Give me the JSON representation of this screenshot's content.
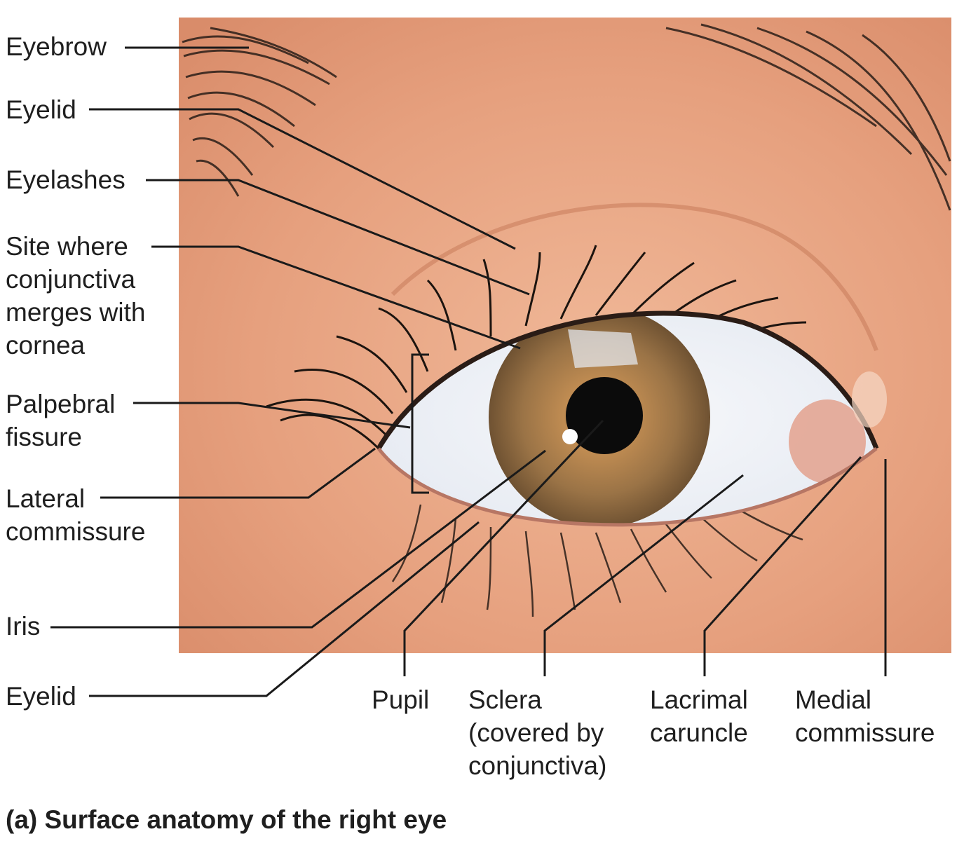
{
  "labels": {
    "eyebrow": "Eyebrow",
    "eyelid_upper": "Eyelid",
    "eyelashes": "Eyelashes",
    "conjunctiva_site": "Site where\nconjunctiva\nmerges with\ncornea",
    "palpebral_fissure": "Palpebral\nfissure",
    "lateral_commissure": "Lateral\ncommissure",
    "iris": "Iris",
    "eyelid_lower": "Eyelid",
    "pupil": "Pupil",
    "sclera": "Sclera\n(covered by\nconjunctiva)",
    "lacrimal_caruncle": "Lacrimal\ncaruncle",
    "medial_commissure": "Medial\ncommissure"
  },
  "caption": "(a) Surface anatomy of the right eye",
  "colors": {
    "skin": "#e8a583",
    "skin_light": "#f1bea0",
    "sclera": "#f2f4f8",
    "iris_outer": "#8a6a45",
    "iris_inner": "#b4874f",
    "pupil": "#0b0b0b",
    "hair": "#2a1e18",
    "leader_line": "#1a1a1a"
  }
}
